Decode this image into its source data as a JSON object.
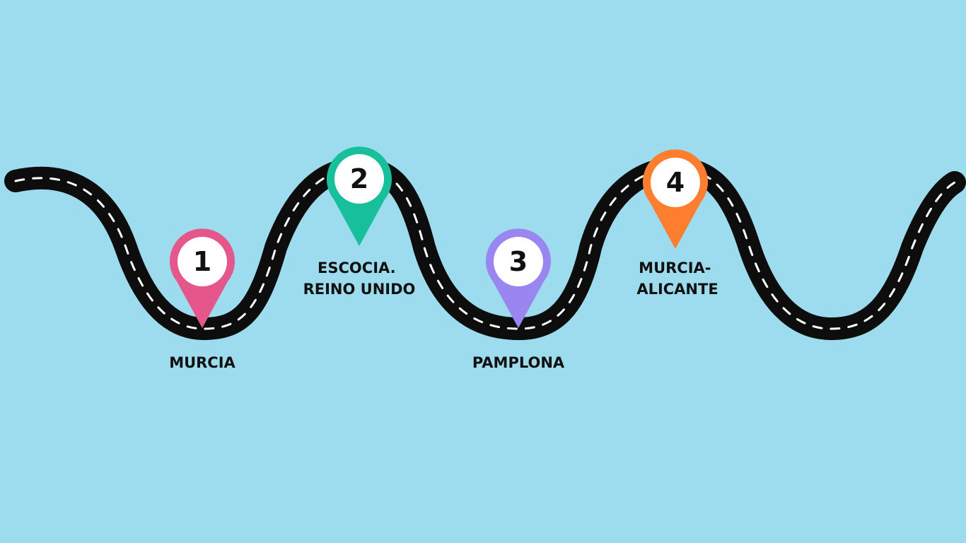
{
  "colors": {
    "background": "#9ddcee",
    "road": "#0d0d0d",
    "road_dashes": "#ffffff",
    "pin_center": "#ffffff"
  },
  "stops": [
    {
      "number": "1",
      "label_lines": [
        "MURCIA"
      ],
      "pin_color": "#e5578a",
      "icon": "map-pin-icon"
    },
    {
      "number": "2",
      "label_lines": [
        "ESCOCIA.",
        "REINO UNIDO"
      ],
      "pin_color": "#17c09b",
      "icon": "map-pin-icon"
    },
    {
      "number": "3",
      "label_lines": [
        "PAMPLONA"
      ],
      "pin_color": "#9a86f0",
      "icon": "map-pin-icon"
    },
    {
      "number": "4",
      "label_lines": [
        "MURCIA-",
        "ALICANTE"
      ],
      "pin_color": "#fd7e2e",
      "icon": "map-pin-icon"
    }
  ]
}
